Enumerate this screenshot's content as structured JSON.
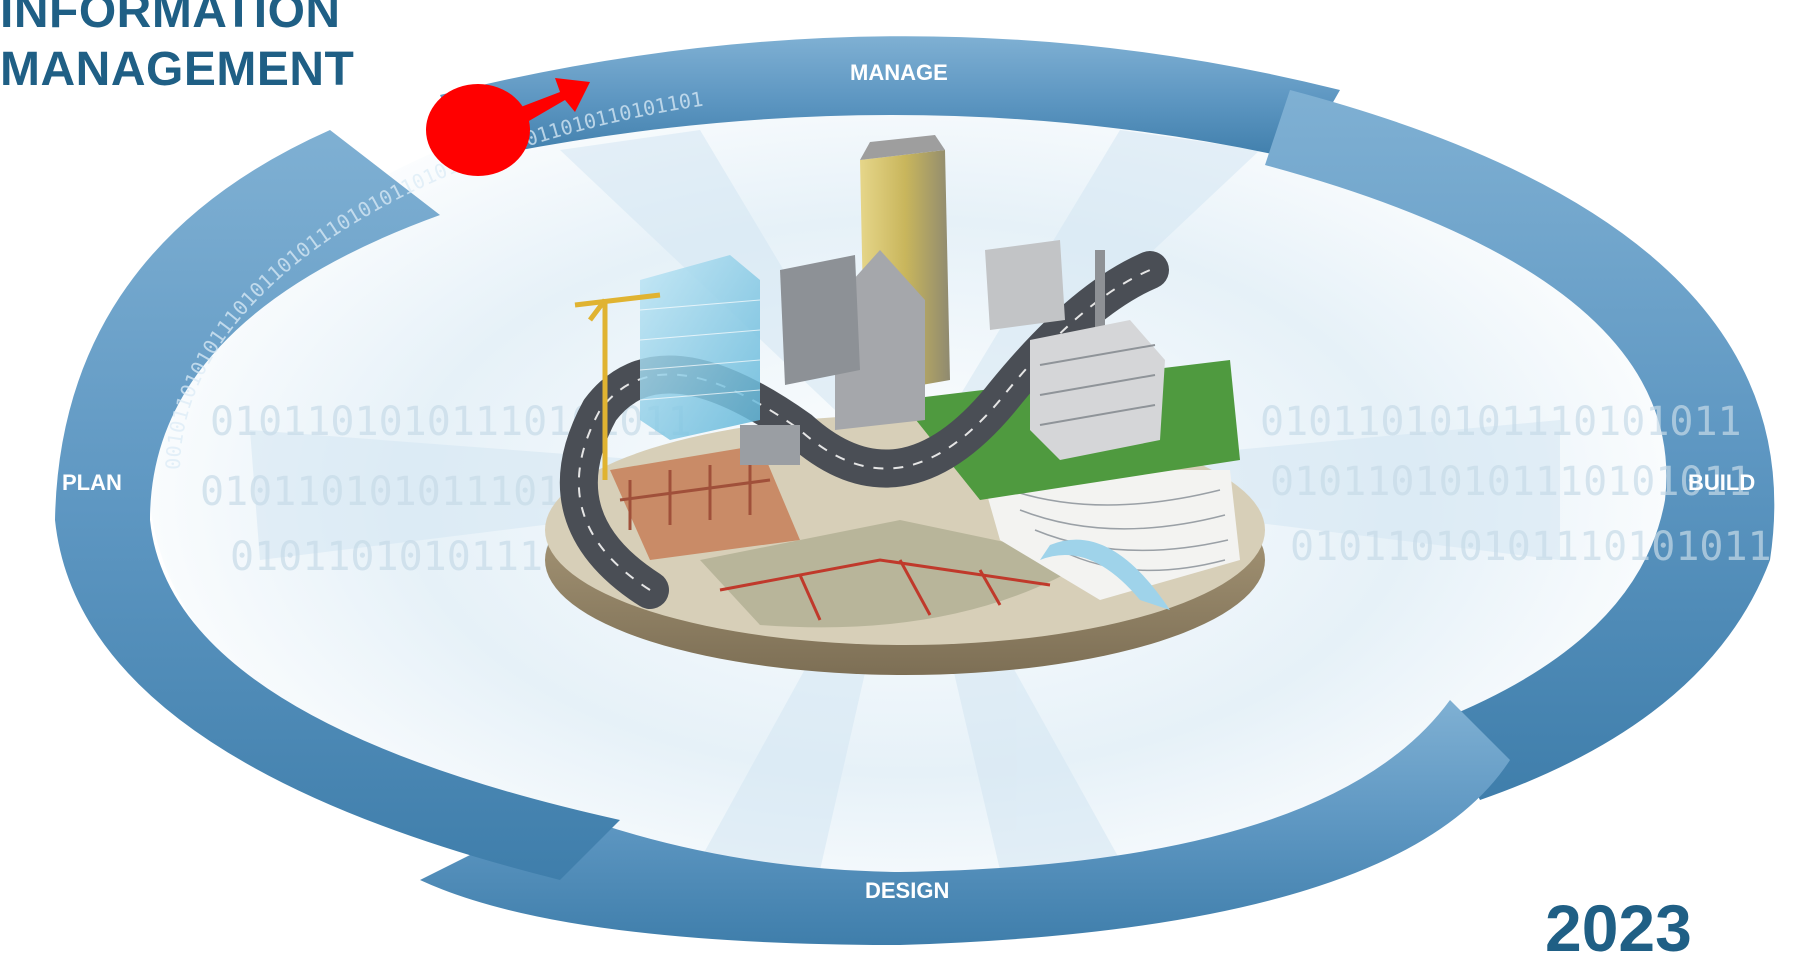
{
  "title": {
    "line1": "INFORMATION",
    "line2": "MANAGEMENT"
  },
  "year": "2023",
  "cycle": {
    "stages": {
      "manage": "MANAGE",
      "build": "BUILD",
      "design": "DESIGN",
      "plan": "PLAN"
    },
    "binary_ring_text": "0010110101011101011010111010101101010110 1011010110101101",
    "binary_inner_text": "01011010101110101011"
  },
  "colors": {
    "title": "#1f5f85",
    "ring_dark": "#3c7fae",
    "ring_mid": "#6ca2c8",
    "ring_light": "#9cc3de",
    "marker": "#ff0000",
    "grass": "#4f9a3f",
    "road": "#4a4e55"
  },
  "marker": {
    "shape": "red-dot-with-arrow"
  }
}
